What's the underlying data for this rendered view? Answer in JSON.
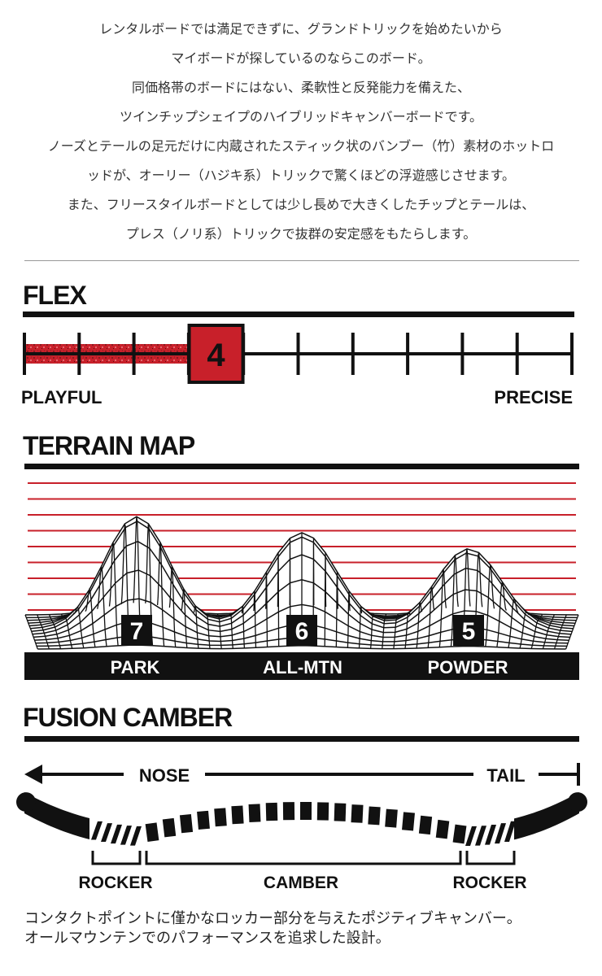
{
  "intro": {
    "lines": [
      "レンタルボードでは満足できずに、グランドトリックを始めたいから",
      "マイボードが探しているのならこのボード。",
      "同価格帯のボードにはない、柔軟性と反発能力を備えた、",
      "ツインチップシェイプのハイブリッドキャンバーボードです。",
      "ノーズとテールの足元だけに内蔵されたスティック状のバンブー（竹）素材のホットロ",
      "ッドが、オーリー（ハジキ系）トリックで驚くほどの浮遊感じさせます。",
      "また、フリースタイルボードとしては少し長めで大きくしたチップとテールは、",
      "プレス（ノリ系）トリックで抜群の安定感をもたらします。"
    ]
  },
  "flex": {
    "title": "FLEX",
    "value": "4",
    "level": 4,
    "scale_max": 10,
    "left_label": "PLAYFUL",
    "right_label": "PRECISE"
  },
  "terrain": {
    "title": "TERRAIN MAP",
    "items": [
      {
        "label": "PARK",
        "score": "7"
      },
      {
        "label": "ALL-MTN",
        "score": "6"
      },
      {
        "label": "POWDER",
        "score": "5"
      }
    ]
  },
  "camber": {
    "title": "FUSION CAMBER",
    "nose_label": "NOSE",
    "tail_label": "TAIL",
    "rocker_left": "ROCKER",
    "camber_label": "CAMBER",
    "rocker_right": "ROCKER"
  },
  "note": {
    "lines": [
      "コンタクトポイントに僅かなロッカー部分を与えたポジティブキャンバー。",
      "オールマウンテンでのパフォーマンスを追求した設計。"
    ]
  },
  "colors": {
    "accent_red": "#c8202a",
    "ink": "#111111"
  }
}
